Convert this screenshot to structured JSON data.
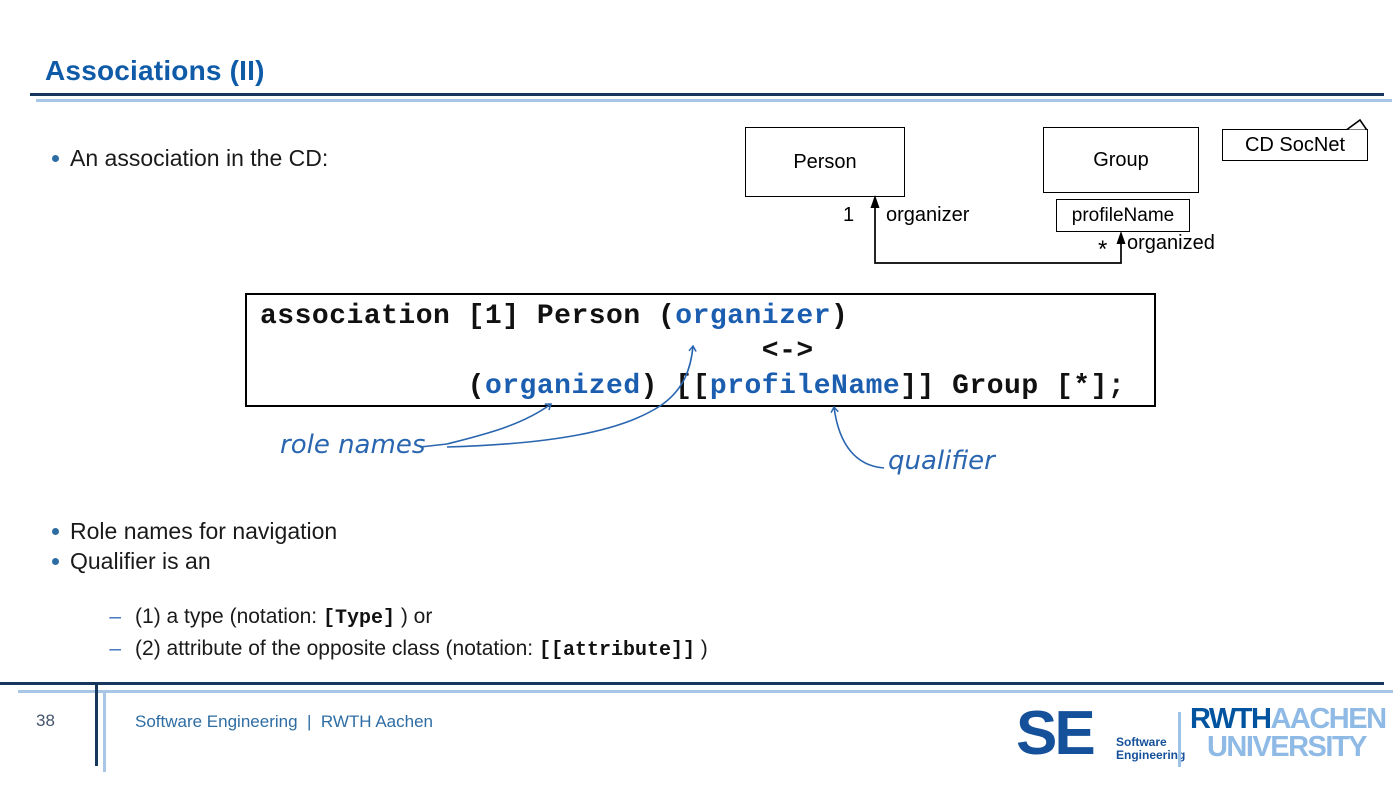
{
  "colors": {
    "title_blue": "#0f5ba8",
    "rule_dark": "#17365d",
    "rule_light": "#a8c6e6",
    "text": "#1a1a1a",
    "code_keyword": "#1b5eb0",
    "annotation_blue": "#2a66b0",
    "bullet_blue": "#2e6da4",
    "footer_text_blue": "#2e6da4",
    "page_number_gray": "#44546a",
    "se_blue": "#15509a",
    "rwth_dark_blue": "#00549f",
    "rwth_light_blue": "#8ebae5"
  },
  "header": {
    "title": "Associations (II)"
  },
  "intro_bullet": "An association in the CD:",
  "diagram": {
    "note_label": "CD SocNet",
    "person_class": "Person",
    "group_class": "Group",
    "group_attribute": "profileName",
    "organizer_multiplicity": "1",
    "organizer_role": "organizer",
    "organized_multiplicity": "*",
    "organized_role": "organized"
  },
  "code": {
    "lines": [
      [
        {
          "text": "association [1] Person ("
        },
        {
          "text": "organizer",
          "keyword": true
        },
        {
          "text": ")"
        }
      ],
      [
        {
          "text": "                             <->"
        }
      ],
      [
        {
          "text": "            ("
        },
        {
          "text": "organized",
          "keyword": true
        },
        {
          "text": ") [["
        },
        {
          "text": "profileName",
          "keyword": true
        },
        {
          "text": "]] Group [*];"
        }
      ]
    ]
  },
  "annotations": {
    "role_names_label": "role names",
    "qualifier_label": "qualifier"
  },
  "bullets": [
    {
      "text": "Role names for navigation"
    },
    {
      "text": "Qualifier is an"
    }
  ],
  "sub_bullets": [
    {
      "dash": "–",
      "pre": "(1) a type (notation: ",
      "code": "[Type]",
      "post": " ) or"
    },
    {
      "dash": "–",
      "pre": "(2) attribute of the opposite class (notation: ",
      "code": "[[attribute]]",
      "post": " )"
    }
  ],
  "footer": {
    "page_number": "38",
    "caption": "Software Engineering  |  RWTH Aachen",
    "se_logo": {
      "initials": "SE",
      "caption_line1": "Software",
      "caption_line2": "Engineering"
    },
    "rwth_logo": {
      "word_dark": "RWTH",
      "word_light": "AACHEN",
      "line2": "UNIVERSITY"
    }
  }
}
